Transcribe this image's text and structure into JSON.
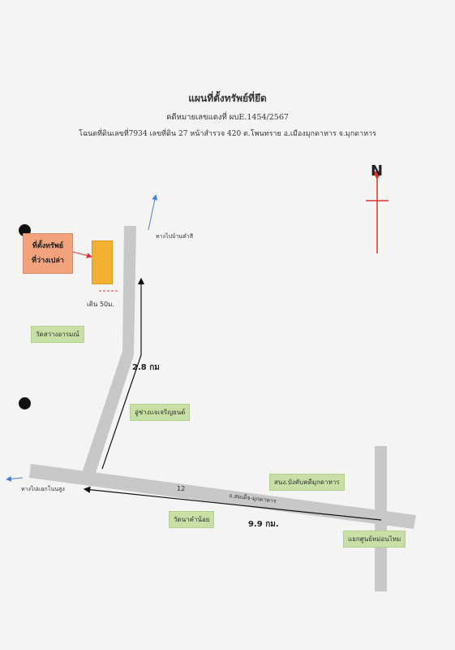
{
  "header": {
    "title": "แผนที่ตั้งทรัพย์ที่ยึด",
    "case_number": "คดีหมายเลขแดงที่ ผบE.1454/2567",
    "deed_info": "โฉนดที่ดินเลขที่7934  เลขที่ดิน 27 หน้าสำรวจ 420 ต.โพนทราย อ.เมืองมุกดาหาร จ.มุกดาหาร"
  },
  "compass": {
    "label": "N",
    "color": "#e03030"
  },
  "property": {
    "label_line1": "ที่ตั้งทรัพย์",
    "label_line2": "ที่ว่างเปล่า",
    "plot_color": "#f4b030",
    "walk_label": "เดิน 50ม."
  },
  "directions": {
    "to_north": "ทางไปบ้านคำสี",
    "to_west": "ทางไปแยกโนนสูง"
  },
  "landmarks": {
    "temple1": "วัดสว่างอารมณ์",
    "garage": "อู่ช่างแจเจริญยนต์",
    "transport_office": "สนง.บังคับคดีมุกดาหาร",
    "temple2": "วัดนาคำน้อย",
    "junction": "แยกศูนย์หม่อนไหม"
  },
  "road": {
    "number": "12",
    "name": "ถ.สมเด็จ-มุกดาหาร",
    "dist_north": "2.8 กม",
    "dist_east": "9.9 กม."
  },
  "colors": {
    "road": "#c8c8c8",
    "landmark_bg": "#c8dfa6",
    "property_label_bg": "#f2a27d",
    "arrow_blue": "#4a7fd0"
  }
}
